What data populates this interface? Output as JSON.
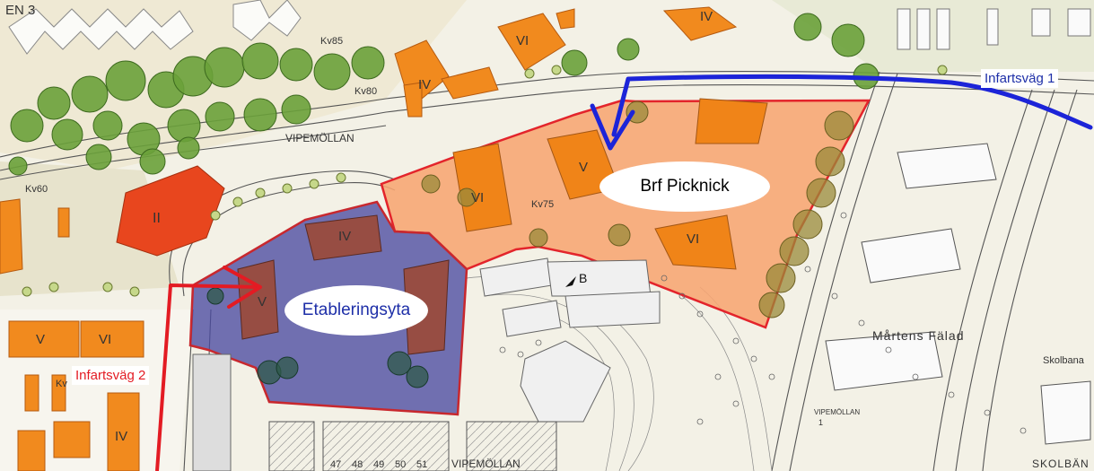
{
  "labels": {
    "infartsvag_1": "Infartsväg 1",
    "infartsvag_2": "Infartsväg 2",
    "brf_picknick": "Brf Picknick",
    "etableringsyta": "Etableringsyta",
    "kv85": "Kv85",
    "kv80": "Kv80",
    "kv75": "Kv75",
    "kv60": "Kv60",
    "kv_partial": "Kv",
    "vipemollan_top": "VIPEMÖLLAN",
    "vipemollan_bottom": "VIPEMÖLLAN",
    "vipemollan_small": "VIPEMÖLLAN",
    "martens_falad": "Mårtens Fälad",
    "skolbana": "Skolbana",
    "skolbana_bottom": "SKOLBÄN",
    "street_top_left": "EN 3",
    "marker_b": "B",
    "plot_1": "1",
    "floors": {
      "vi_top": "VI",
      "iv_top_right": "IV",
      "iv_kv80": "IV",
      "ii_left": "II",
      "iv_etab": "IV",
      "v_etab": "V",
      "vi_kv75": "VI",
      "v_kv75": "V",
      "vi_right": "VI",
      "v_left_bottom": "V",
      "vi_left_bottom": "VI",
      "iv_left_bottom": "IV"
    },
    "parking_numbers": [
      "47",
      "48",
      "49",
      "50",
      "51"
    ]
  },
  "colors": {
    "infartsvag_1_arrow": "#1c24d8",
    "infartsvag_2_arrow": "#e31b23",
    "brf_picknick_fill": "#f7a572",
    "brf_picknick_border": "#e3242b",
    "etableringsyta_fill": "#5c5ba4",
    "etableringsyta_border": "#c8282e",
    "building_orange": "#f18a1e",
    "building_red": "#e8461e",
    "building_brown": "#9a4a3a",
    "tree_green": "#6aa13a",
    "background": "#f4f2ea"
  }
}
